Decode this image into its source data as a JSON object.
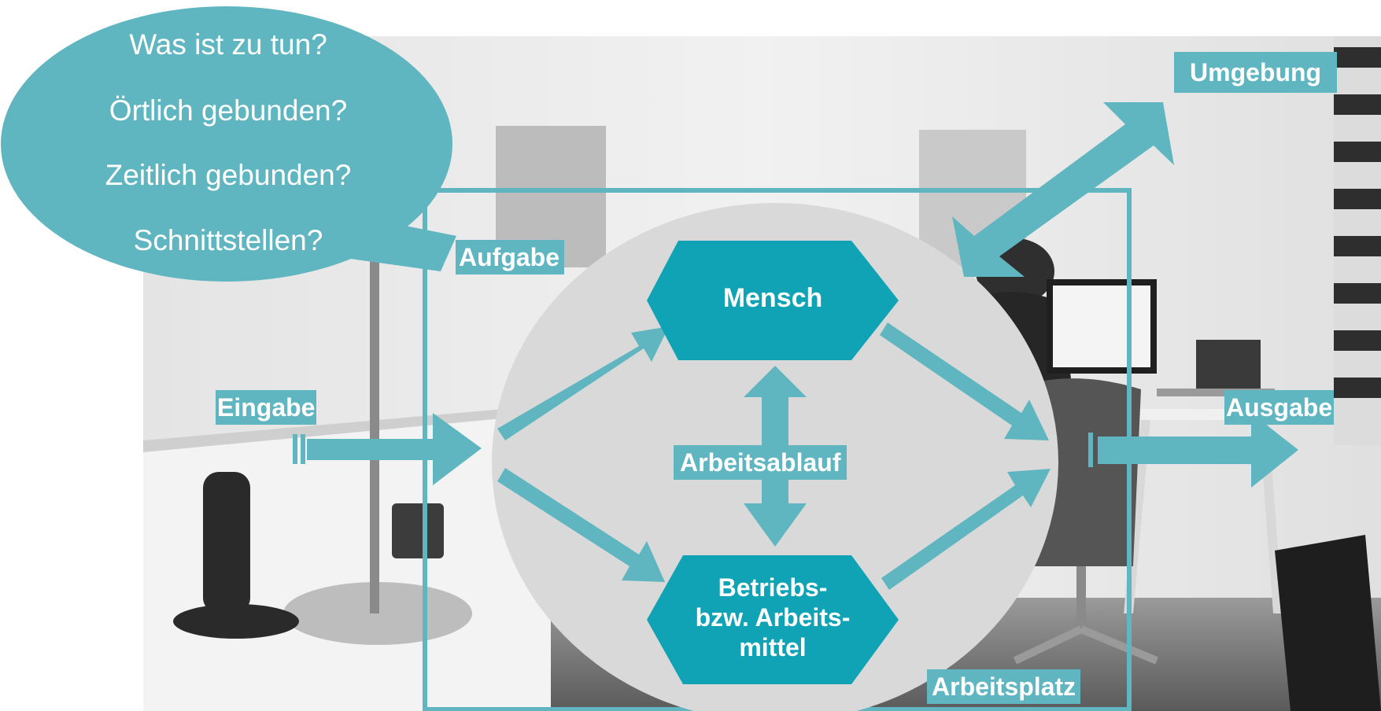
{
  "colors": {
    "teal": "#5fb6c1",
    "hex_fill": "#10a3b5",
    "circle_fill": "#d9d9d9",
    "white": "#ffffff"
  },
  "bubble": {
    "lines": [
      "Was ist zu tun?",
      "Örtlich gebunden?",
      "Zeitlich gebunden?",
      "Schnittstellen?"
    ]
  },
  "labels": {
    "aufgabe": "Aufgabe",
    "umgebung": "Umgebung",
    "eingabe": "Eingabe",
    "ausgabe": "Ausgabe",
    "arbeitsablauf": "Arbeitsablauf",
    "arbeitsplatz": "Arbeitsplatz"
  },
  "nodes": {
    "mensch": "Mensch",
    "mittel": [
      "Betriebs-",
      "bzw. Arbeits-",
      "mittel"
    ]
  },
  "background": {
    "description_icon": "office-photo-grayscale"
  }
}
